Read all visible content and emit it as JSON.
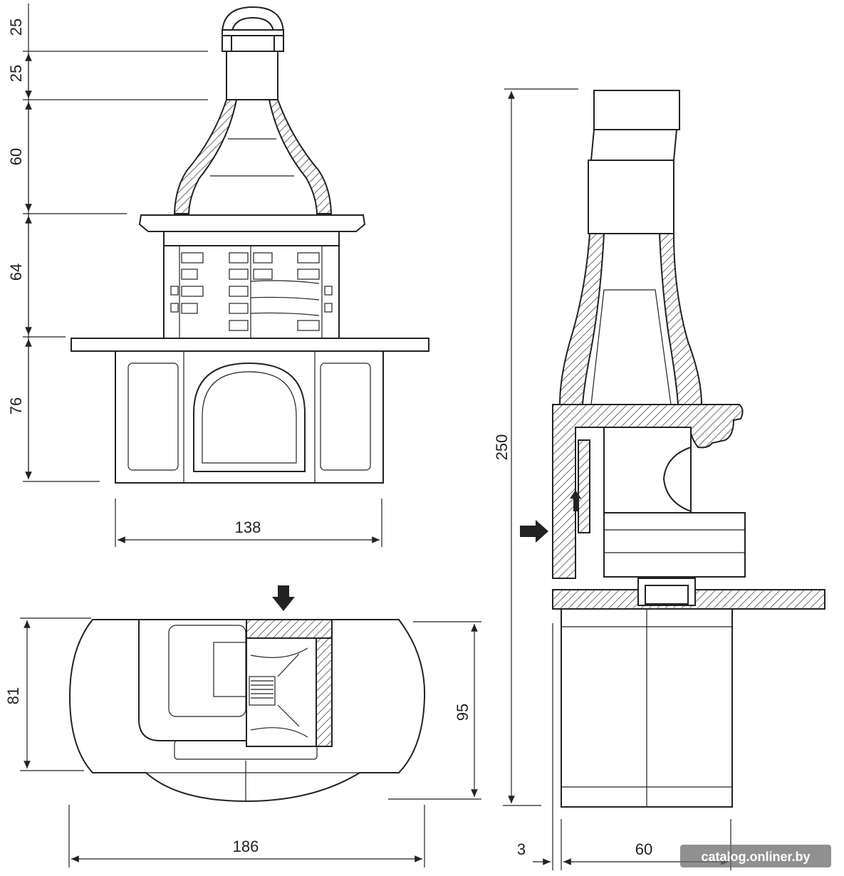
{
  "front_view": {
    "height_dims": [
      "25",
      "25",
      "60",
      "64",
      "76"
    ],
    "width_dim": "138"
  },
  "plan_view": {
    "depth_left": "81",
    "depth_right": "95",
    "width_dim": "186"
  },
  "side_view": {
    "height_dim": "250",
    "offset_dim": "3",
    "depth_dim": "60"
  },
  "watermark": "catalog.onliner.by"
}
